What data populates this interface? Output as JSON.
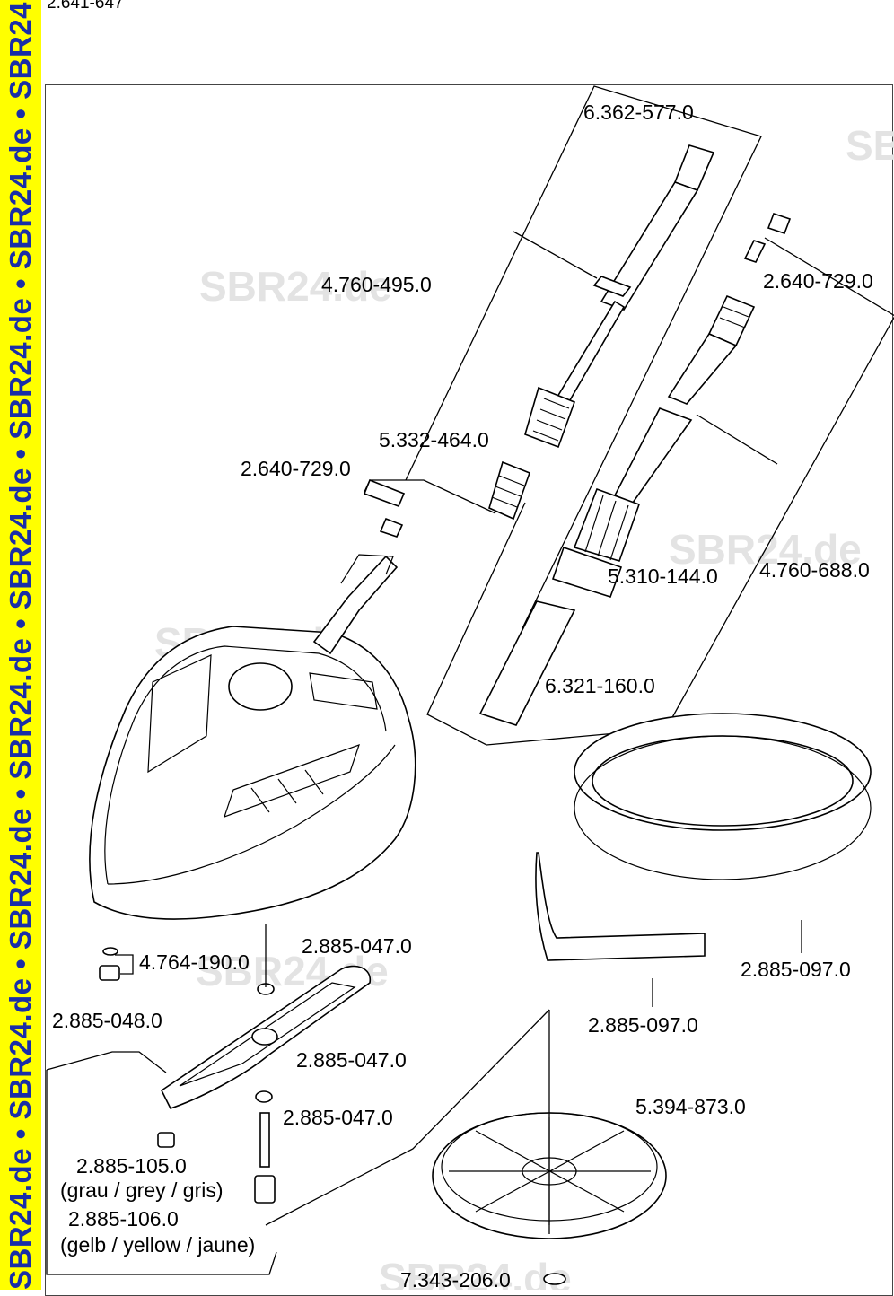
{
  "document": {
    "id": "2.641-647"
  },
  "sidebar": {
    "text": "SBR24.de • SBR24.de • SBR24.de • SBR24.de • SBR24.de • SBR24.de • SBR24.de • SBR24.de"
  },
  "watermark": {
    "text": "SBR24.de"
  },
  "labels": {
    "p1": "6.362-577.0",
    "p2": "4.760-495.0",
    "p3": "2.640-729.0",
    "p4": "5.332-464.0",
    "p5": "2.640-729.0",
    "p6": "5.310-144.0",
    "p7": "4.760-688.0",
    "p8": "6.321-160.0",
    "p9": "4.764-190.0",
    "p10": "2.885-047.0",
    "p11": "2.885-097.0",
    "p12": "2.885-048.0",
    "p13": "2.885-047.0",
    "p14": "2.885-097.0",
    "p15": "2.885-047.0",
    "p16": "5.394-873.0",
    "p17": "2.885-105.0",
    "p18": "(grau / grey / gris)",
    "p19": "2.885-106.0",
    "p20": "(gelb / yellow / jaune)",
    "p21": "7.343-206.0"
  }
}
